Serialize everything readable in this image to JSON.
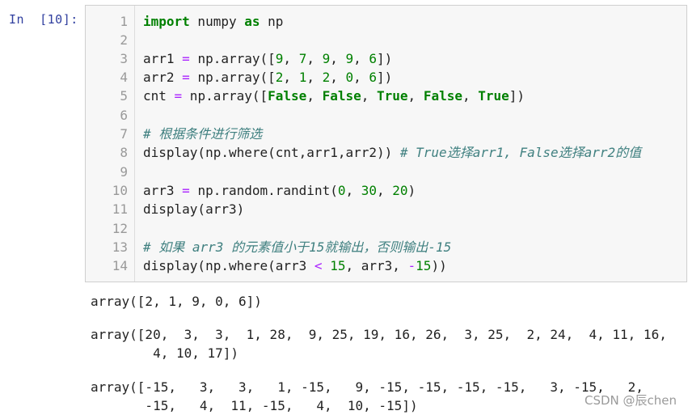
{
  "prompt": "In  [10]:",
  "code": {
    "line_numbers": [
      "1",
      "2",
      "3",
      "4",
      "5",
      "6",
      "7",
      "8",
      "9",
      "10",
      "11",
      "12",
      "13",
      "14"
    ],
    "l1": {
      "kw_import": "import",
      "mod": " numpy ",
      "kw_as": "as",
      "alias": " np"
    },
    "l3": {
      "a": "arr1 ",
      "eq": "=",
      "b": " np.array([",
      "n1": "9",
      "c1": ", ",
      "n2": "7",
      "c2": ", ",
      "n3": "9",
      "c3": ", ",
      "n4": "9",
      "c4": ", ",
      "n5": "6",
      "e": "])"
    },
    "l4": {
      "a": "arr2 ",
      "eq": "=",
      "b": " np.array([",
      "n1": "2",
      "c1": ", ",
      "n2": "1",
      "c2": ", ",
      "n3": "2",
      "c3": ", ",
      "n4": "0",
      "c4": ", ",
      "n5": "6",
      "e": "])"
    },
    "l5": {
      "a": "cnt ",
      "eq": "=",
      "b": " np.array([",
      "v1": "False",
      "c1": ", ",
      "v2": "False",
      "c2": ", ",
      "v3": "True",
      "c3": ", ",
      "v4": "False",
      "c4": ", ",
      "v5": "True",
      "e": "])"
    },
    "l7": {
      "comment": "# 根据条件进行筛选"
    },
    "l8": {
      "code": "display(np.where(cnt,arr1,arr2)) ",
      "comment": "# True选择arr1, False选择arr2的值"
    },
    "l10": {
      "a": "arr3 ",
      "eq": "=",
      "b": " np.random.randint(",
      "n1": "0",
      "c1": ", ",
      "n2": "30",
      "c2": ", ",
      "n3": "20",
      "e": ")"
    },
    "l11": {
      "code": "display(arr3)"
    },
    "l13": {
      "comment": "# 如果 arr3 的元素值小于15就输出，否则输出-15"
    },
    "l14": {
      "a": "display(np.where(arr3 ",
      "lt": "<",
      "b": " ",
      "n1": "15",
      "c1": ", arr3, ",
      "neg": "-",
      "n2": "15",
      "e": "))"
    }
  },
  "outputs": [
    "array([2, 1, 9, 0, 6])",
    "array([20,  3,  3,  1, 28,  9, 25, 19, 16, 26,  3, 25,  2, 24,  4, 11, 16,",
    "        4, 10, 17])",
    "array([-15,   3,   3,   1, -15,   9, -15, -15, -15, -15,   3, -15,   2,",
    "       -15,   4,  11, -15,   4,  10, -15])"
  ],
  "watermark": "CSDN @辰chen"
}
